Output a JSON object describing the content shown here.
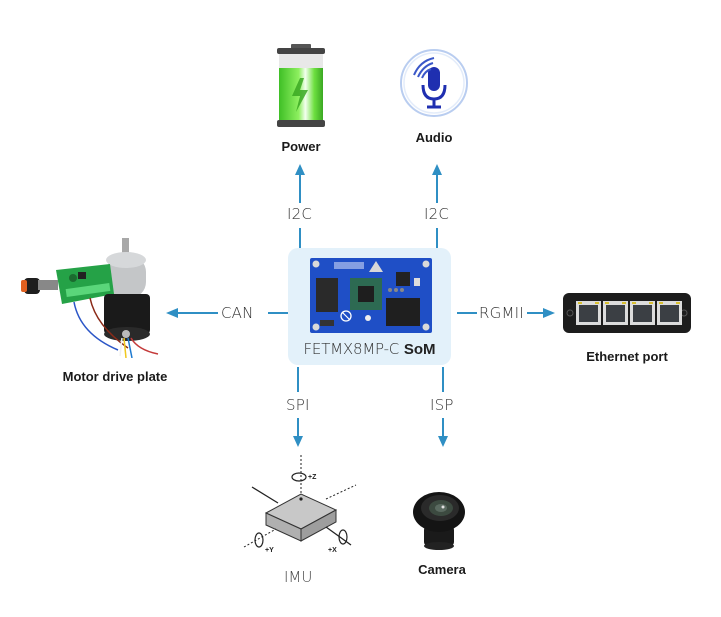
{
  "diagram": {
    "center": {
      "model": "FETMX8MP-C",
      "suffix": "SoM",
      "icon": "som-board-image"
    },
    "peripherals": [
      {
        "id": "power",
        "label": "Power",
        "bus": "I2C",
        "direction": "up",
        "icon": "battery-icon"
      },
      {
        "id": "audio",
        "label": "Audio",
        "bus": "I2C",
        "direction": "up",
        "icon": "microphone-icon"
      },
      {
        "id": "motor",
        "label": "Motor drive plate",
        "bus": "CAN",
        "direction": "left",
        "icon": "motor-driver-icon"
      },
      {
        "id": "ethernet",
        "label": "Ethernet port",
        "bus": "RGMII",
        "direction": "right",
        "icon": "ethernet-port-icon"
      },
      {
        "id": "imu",
        "label": "IMU",
        "bus": "SPI",
        "direction": "down",
        "icon": "imu-axes-icon"
      },
      {
        "id": "camera",
        "label": "Camera",
        "bus": "ISP",
        "direction": "down",
        "icon": "camera-lens-icon"
      }
    ],
    "imu_axes": [
      "+Z",
      "+Y",
      "+X"
    ],
    "colors": {
      "arrow": "#2f8fc4",
      "som_background": "#e3f1fa",
      "pcb_blue": "#1f4fc6",
      "battery_green": "#5fdc3a",
      "mic_blue": "#1f2fb0"
    }
  }
}
